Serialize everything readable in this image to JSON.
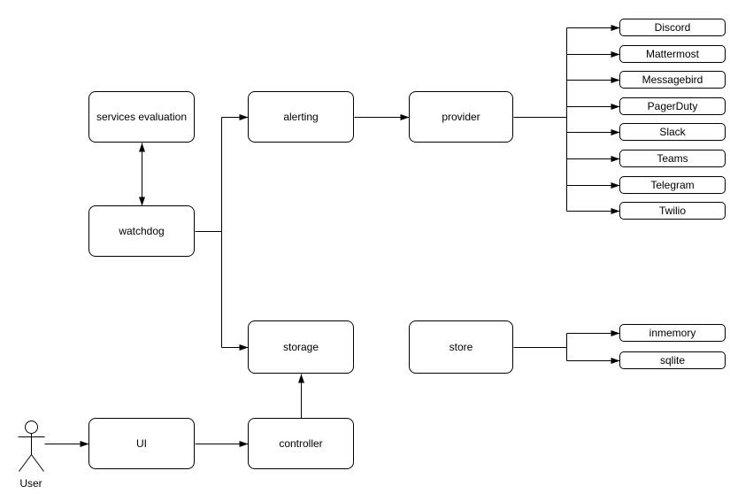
{
  "diagram": {
    "background": "#ffffff",
    "stroke_color": "#000000",
    "node_fill": "#ffffff",
    "nodes": {
      "services_evaluation": "services evaluation",
      "alerting": "alerting",
      "provider": "provider",
      "watchdog": "watchdog",
      "storage": "storage",
      "store": "store",
      "ui": "UI",
      "controller": "controller"
    },
    "providers": [
      "Discord",
      "Mattermost",
      "Messagebird",
      "PagerDuty",
      "Slack",
      "Teams",
      "Telegram",
      "Twilio"
    ],
    "stores": [
      "inmemory",
      "sqlite"
    ],
    "actor_label": "User"
  }
}
